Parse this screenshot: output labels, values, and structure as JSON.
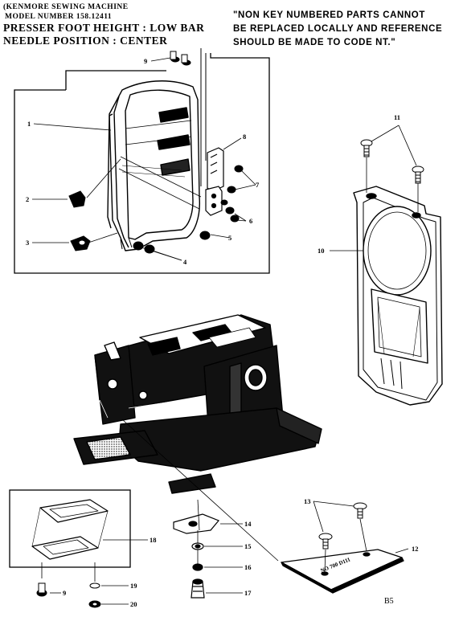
{
  "header": {
    "line1": "(KENMORE SEWING MACHINE",
    "line2": "MODEL NUMBER 158.12411",
    "line3": "PRESSER FOOT HEIGHT : LOW BAR",
    "line4": "NEEDLE POSITION : CENTER"
  },
  "note": {
    "line1": "\"NON KEY NUMBERED PARTS CANNOT",
    "line2": "BE REPLACED LOCALLY AND REFERENCE",
    "line3": "SHOULD BE MADE TO CODE NT.\""
  },
  "callouts": [
    "1",
    "2",
    "3",
    "4",
    "5",
    "6",
    "7",
    "8",
    "9",
    "10",
    "11",
    "12",
    "13",
    "14",
    "15",
    "16",
    "17",
    "18",
    "19",
    "20",
    "9"
  ],
  "page_code": "B5",
  "plate_marking": "NO 700 D111"
}
